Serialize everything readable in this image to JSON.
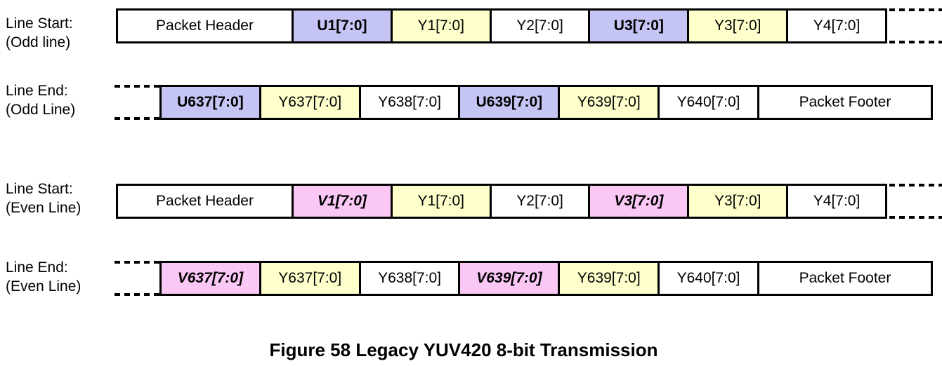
{
  "figure": {
    "caption": "Figure 58 Legacy YUV420 8-bit Transmission"
  },
  "colors": {
    "u_cell": "#C5C5F5",
    "v_cell": "#FBC8F5",
    "y_cell": "#FFFFCC",
    "plain_cell": "#FFFFFF",
    "border": "#000000"
  },
  "rows": [
    {
      "label_line1": "Line Start:",
      "label_line2": "(Odd line)",
      "continuation": "right",
      "cells": [
        {
          "text": "Packet Header",
          "style": "plain"
        },
        {
          "text": "U1[7:0]",
          "style": "u"
        },
        {
          "text": "Y1[7:0]",
          "style": "y"
        },
        {
          "text": "Y2[7:0]",
          "style": "plain"
        },
        {
          "text": "U3[7:0]",
          "style": "u"
        },
        {
          "text": "Y3[7:0]",
          "style": "y"
        },
        {
          "text": "Y4[7:0]",
          "style": "plain"
        }
      ]
    },
    {
      "label_line1": "Line End:",
      "label_line2": "(Odd Line)",
      "continuation": "left",
      "cells": [
        {
          "text": "U637[7:0]",
          "style": "u"
        },
        {
          "text": "Y637[7:0]",
          "style": "y"
        },
        {
          "text": "Y638[7:0]",
          "style": "plain"
        },
        {
          "text": "U639[7:0]",
          "style": "u"
        },
        {
          "text": "Y639[7:0]",
          "style": "y"
        },
        {
          "text": "Y640[7:0]",
          "style": "plain"
        },
        {
          "text": "Packet Footer",
          "style": "plain"
        }
      ]
    },
    {
      "label_line1": "Line Start:",
      "label_line2": "(Even Line)",
      "continuation": "right",
      "cells": [
        {
          "text": "Packet Header",
          "style": "plain"
        },
        {
          "text": "V1[7:0]",
          "style": "v"
        },
        {
          "text": "Y1[7:0]",
          "style": "y"
        },
        {
          "text": "Y2[7:0]",
          "style": "plain"
        },
        {
          "text": "V3[7:0]",
          "style": "v"
        },
        {
          "text": "Y3[7:0]",
          "style": "y"
        },
        {
          "text": "Y4[7:0]",
          "style": "plain"
        }
      ]
    },
    {
      "label_line1": "Line End:",
      "label_line2": "(Even Line)",
      "continuation": "left",
      "cells": [
        {
          "text": "V637[7:0]",
          "style": "v"
        },
        {
          "text": "Y637[7:0]",
          "style": "y"
        },
        {
          "text": "Y638[7:0]",
          "style": "plain"
        },
        {
          "text": "V639[7:0]",
          "style": "v"
        },
        {
          "text": "Y639[7:0]",
          "style": "y"
        },
        {
          "text": "Y640[7:0]",
          "style": "plain"
        },
        {
          "text": "Packet Footer",
          "style": "plain"
        }
      ]
    }
  ]
}
